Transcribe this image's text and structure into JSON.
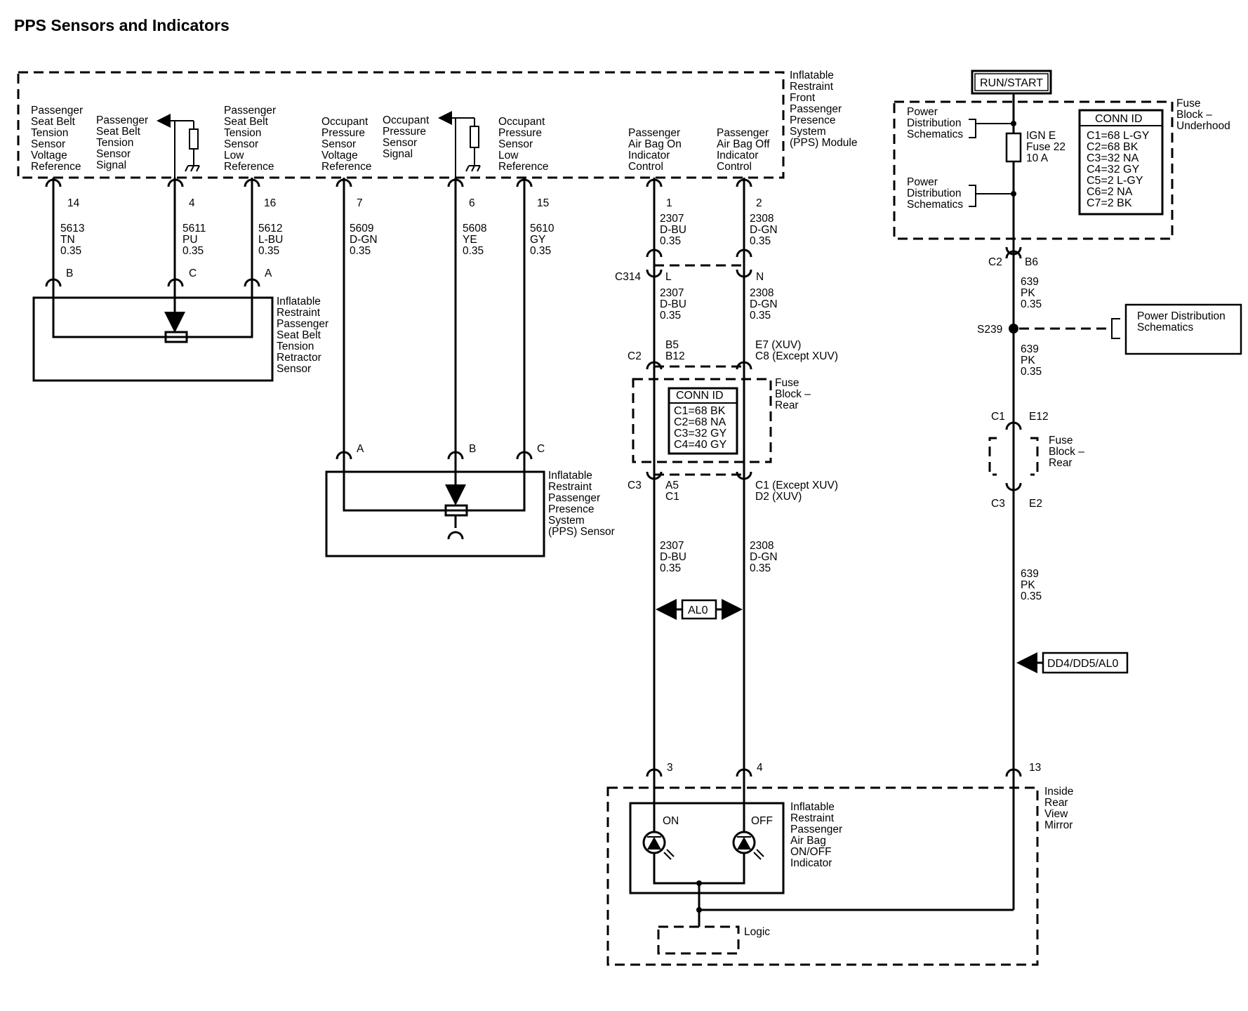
{
  "title": "PPS Sensors and Indicators",
  "module": {
    "name": [
      "Inflatable",
      "Restraint",
      "Front",
      "Passenger",
      "Presence",
      "System",
      "(PPS) Module"
    ],
    "pins": [
      {
        "id": "p14",
        "label": [
          "Passenger",
          "Seat Belt",
          "Tension",
          "Sensor",
          "Voltage",
          "Reference"
        ],
        "pin": "14",
        "circuit": "5613",
        "color": "TN",
        "gauge": "0.35"
      },
      {
        "id": "p4",
        "label": [
          "Passenger",
          "Seat Belt",
          "Tension",
          "Sensor",
          "Signal"
        ],
        "pin": "4",
        "circuit": "5611",
        "color": "PU",
        "gauge": "0.35"
      },
      {
        "id": "p16",
        "label": [
          "Passenger",
          "Seat Belt",
          "Tension",
          "Sensor",
          "Low",
          "Reference"
        ],
        "pin": "16",
        "circuit": "5612",
        "color": "L-BU",
        "gauge": "0.35"
      },
      {
        "id": "p7",
        "label": [
          "Occupant",
          "Pressure",
          "Sensor",
          "Voltage",
          "Reference"
        ],
        "pin": "7",
        "circuit": "5609",
        "color": "D-GN",
        "gauge": "0.35"
      },
      {
        "id": "p6",
        "label": [
          "Occupant",
          "Pressure",
          "Sensor",
          "Signal"
        ],
        "pin": "6",
        "circuit": "5608",
        "color": "YE",
        "gauge": "0.35"
      },
      {
        "id": "p15",
        "label": [
          "Occupant",
          "Pressure",
          "Sensor",
          "Low",
          "Reference"
        ],
        "pin": "15",
        "circuit": "5610",
        "color": "GY",
        "gauge": "0.35"
      },
      {
        "id": "p1",
        "label": [
          "Passenger",
          "Air Bag On",
          "Indicator",
          "Control"
        ],
        "pin": "1",
        "circuit": "2307",
        "color": "D-BU",
        "gauge": "0.35"
      },
      {
        "id": "p2",
        "label": [
          "Passenger",
          "Air Bag Off",
          "Indicator",
          "Control"
        ],
        "pin": "2",
        "circuit": "2308",
        "color": "D-GN",
        "gauge": "0.35"
      }
    ]
  },
  "seatbelt_sensor": {
    "name": [
      "Inflatable",
      "Restraint",
      "Passenger",
      "Seat Belt",
      "Tension",
      "Retractor",
      "Sensor"
    ],
    "pins": [
      "B",
      "C",
      "A"
    ]
  },
  "pps_sensor": {
    "name": [
      "Inflatable",
      "Restraint",
      "Passenger",
      "Presence",
      "System",
      "(PPS) Sensor"
    ],
    "pins": [
      "A",
      "B",
      "C"
    ]
  },
  "c314": {
    "name": "C314",
    "left": "L",
    "right": "N",
    "wire1": [
      "2307",
      "D-BU",
      "0.35"
    ],
    "wire2": [
      "2308",
      "D-GN",
      "0.35"
    ]
  },
  "fuse_rear_mid": {
    "top_conn": "C2",
    "top_left": [
      "B5",
      "B12"
    ],
    "top_right": [
      "E7 (XUV)",
      "C8 (Except XUV)"
    ],
    "name": [
      "Fuse",
      "Block –",
      "Rear"
    ],
    "conn_title": "CONN ID",
    "conn_ids": [
      "C1=68 BK",
      "C2=68 NA",
      "C3=32 GY",
      "C4=40 GY"
    ],
    "bot_conn": "C3",
    "bot_left": [
      "A5",
      "C1"
    ],
    "bot_right": [
      "C1 (Except XUV)",
      "D2 (XUV)"
    ],
    "wire1": [
      "2307",
      "D-BU",
      "0.35"
    ],
    "wire2": [
      "2308",
      "D-GN",
      "0.35"
    ]
  },
  "option_al0": "AL0",
  "option_dd": "DD4/DD5/AL0",
  "run_start": "RUN/START",
  "fuse_underhood": {
    "name": [
      "Fuse",
      "Block –",
      "Underhood"
    ],
    "pd1": [
      "Power",
      "Distribution",
      "Schematics"
    ],
    "pd2": [
      "Power",
      "Distribution",
      "Schematics"
    ],
    "fuse": [
      "IGN E",
      "Fuse 22",
      "10 A"
    ],
    "conn_title": "CONN ID",
    "conn_ids": [
      "C1=68 L-GY",
      "C2=68 BK",
      "C3=32 NA",
      "C4=32 GY",
      "C5=2 L-GY",
      "C6=2 NA",
      "C7=2 BK"
    ],
    "out_conn": "C2",
    "out_pin": "B6"
  },
  "wire639a": [
    "639",
    "PK",
    "0.35"
  ],
  "splice": "S239",
  "pd_box": [
    "Power Distribution",
    "Schematics"
  ],
  "wire639b": [
    "639",
    "PK",
    "0.35"
  ],
  "fuse_rear_right": {
    "top_conn": "C1",
    "top_pin": "E12",
    "name": [
      "Fuse",
      "Block –",
      "Rear"
    ],
    "bot_conn": "C3",
    "bot_pin": "E2"
  },
  "wire639c": [
    "639",
    "PK",
    "0.35"
  ],
  "mirror": {
    "name": [
      "Inside",
      "Rear",
      "View",
      "Mirror"
    ],
    "pins": [
      "3",
      "4",
      "13"
    ],
    "indicator": [
      "Inflatable",
      "Restraint",
      "Passenger",
      "Air Bag",
      "ON/OFF",
      "Indicator"
    ],
    "on": "ON",
    "off": "OFF",
    "logic": "Logic"
  }
}
